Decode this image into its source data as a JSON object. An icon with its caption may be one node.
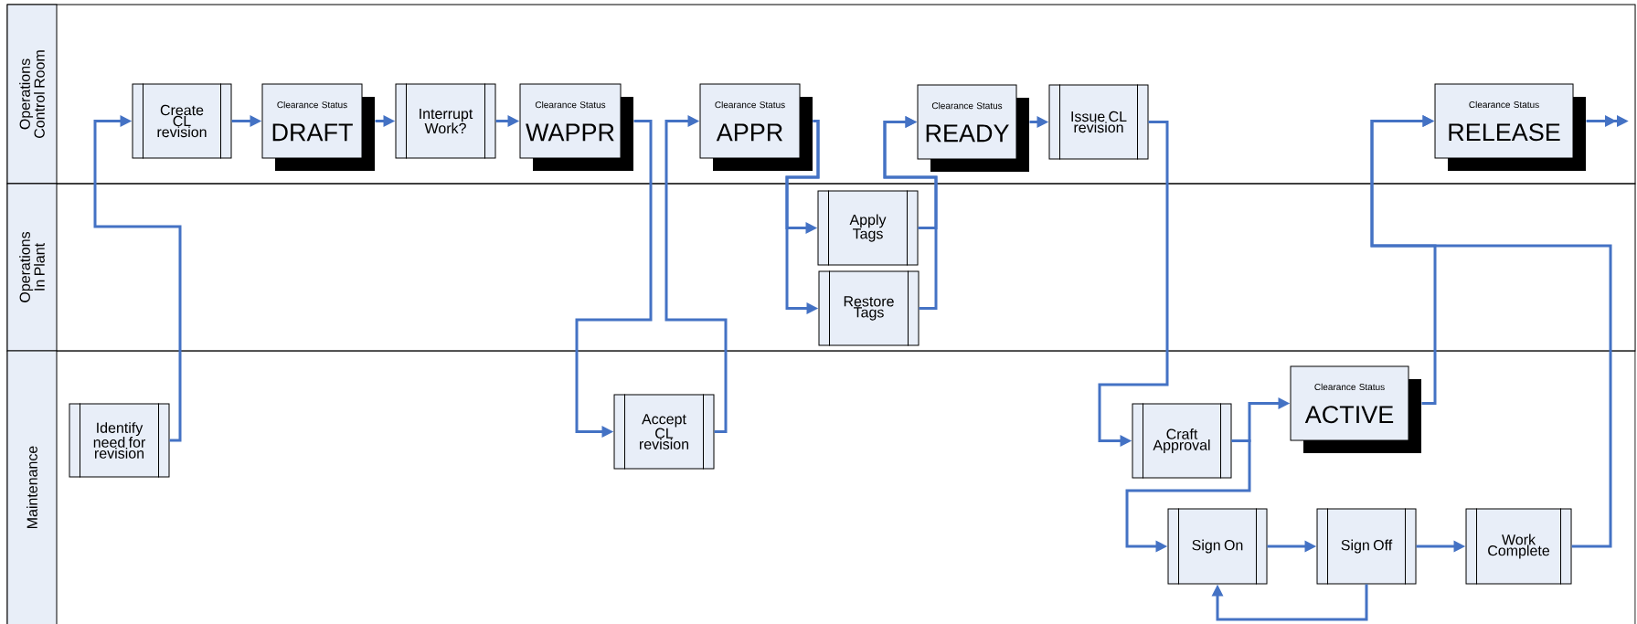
{
  "diagram": {
    "nodes": [
      {
        "text": [
          "Operations Control Room"
        ]
      },
      {
        "text": [
          "Operations In Plant"
        ]
      },
      {
        "text": [
          "Maintenance"
        ]
      },
      {
        "text": [
          "Create CL revision"
        ],
        "in": 0
      },
      {
        "text": [
          "Clearance Status",
          "DRAFT"
        ],
        "in": 0
      },
      {
        "text": [
          "Interrupt Work?"
        ],
        "in": 0
      },
      {
        "text": [
          "Clearance Status",
          "WAPPR"
        ],
        "in": 0
      },
      {
        "text": [
          "Clearance Status",
          "APPR"
        ],
        "in": 0
      },
      {
        "text": [
          "Clearance Status",
          "READY"
        ],
        "in": 0
      },
      {
        "text": [
          "Issue CL revision"
        ],
        "in": 0
      },
      {
        "text": [
          "Clearance Status",
          "RELEASE"
        ],
        "in": 0
      },
      {
        "text": [
          "Apply Tags"
        ],
        "in": 1
      },
      {
        "text": [
          "Restore Tags"
        ],
        "in": 1
      },
      {
        "text": [
          "Identify need for revision"
        ],
        "in": 2
      },
      {
        "text": [
          "Accept CL revision"
        ],
        "in": 2
      },
      {
        "text": [
          "Craft Approval"
        ],
        "in": 2
      },
      {
        "text": [
          "Clearance Status",
          "ACTIVE"
        ],
        "in": 2
      },
      {
        "text": [
          "Sign On"
        ],
        "in": 2
      },
      {
        "text": [
          "Sign Off"
        ],
        "in": 2
      },
      {
        "text": [
          "Work Complete"
        ],
        "in": 2
      }
    ],
    "edges": [
      {
        "from": 13,
        "to": 3,
        "arrow": "to"
      },
      {
        "from": 3,
        "to": 4,
        "arrow": "to"
      },
      {
        "from": 4,
        "to": 5,
        "arrow": "to"
      },
      {
        "from": 5,
        "to": 6,
        "arrow": "to"
      },
      {
        "from": 6,
        "to": 14,
        "arrow": "to"
      },
      {
        "from": 14,
        "to": 7,
        "arrow": "to"
      },
      {
        "from": 7,
        "to": 11,
        "arrow": "to"
      },
      {
        "from": 7,
        "to": 12,
        "arrow": "to"
      },
      {
        "from": 11,
        "to": 8,
        "arrow": "to"
      },
      {
        "from": 12,
        "to": 8,
        "arrow": "to"
      },
      {
        "from": 8,
        "to": 9,
        "arrow": "to"
      },
      {
        "from": 9,
        "to": 15,
        "arrow": "to"
      },
      {
        "from": 15,
        "to": 16,
        "arrow": "to"
      },
      {
        "from": 15,
        "to": 17,
        "arrow": "to"
      },
      {
        "from": 17,
        "to": 18,
        "arrow": "to"
      },
      {
        "from": 18,
        "to": 19,
        "arrow": "to"
      },
      {
        "from": 18,
        "to": 17,
        "arrow": "to"
      },
      {
        "from": 16,
        "to": 10,
        "arrow": "to"
      },
      {
        "from": 19,
        "to": 10,
        "arrow": "to"
      },
      {
        "from": 10,
        "to": null,
        "arrow": "to"
      }
    ]
  }
}
